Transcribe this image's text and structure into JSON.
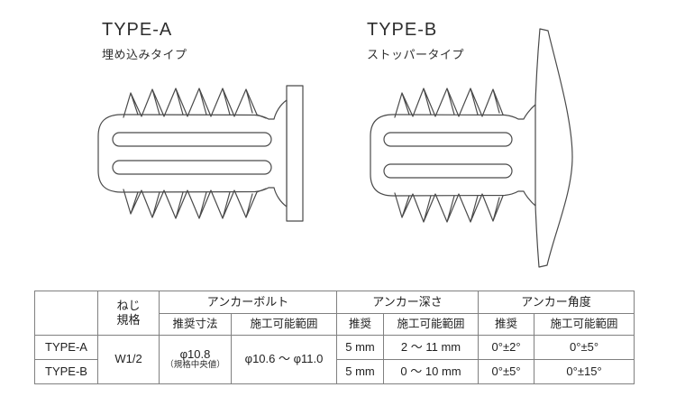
{
  "figures": {
    "type_a": {
      "title": "TYPE-A",
      "subtitle": "埋め込みタイプ"
    },
    "type_b": {
      "title": "TYPE-B",
      "subtitle": "ストッパータイプ"
    }
  },
  "table": {
    "screw_header": "ねじ\n規格",
    "groups": {
      "bolt": {
        "label": "アンカーボルト",
        "sub1": "推奨寸法",
        "sub2": "施工可能範囲"
      },
      "depth": {
        "label": "アンカー深さ",
        "sub1": "推奨",
        "sub2": "施工可能範囲"
      },
      "angle": {
        "label": "アンカー角度",
        "sub1": "推奨",
        "sub2": "施工可能範囲"
      }
    },
    "merged": {
      "screw_spec": "W1/2",
      "bolt_recommended": "φ10.8",
      "bolt_recommended_note": "（規格中央値）",
      "bolt_range": "φ10.6 ～ φ11.0"
    },
    "rows": [
      {
        "name": "TYPE-A",
        "depth_rec": "5 mm",
        "depth_range": "2 ～ 11 mm",
        "angle_rec": "0°±2°",
        "angle_range": "0°±5°"
      },
      {
        "name": "TYPE-B",
        "depth_rec": "5 mm",
        "depth_range": "0 ～ 10 mm",
        "angle_rec": "0°±5°",
        "angle_range": "0°±15°"
      }
    ],
    "colors": {
      "line": "#4a4a4a",
      "border": "#808080",
      "text": "#1f1f1f"
    }
  }
}
